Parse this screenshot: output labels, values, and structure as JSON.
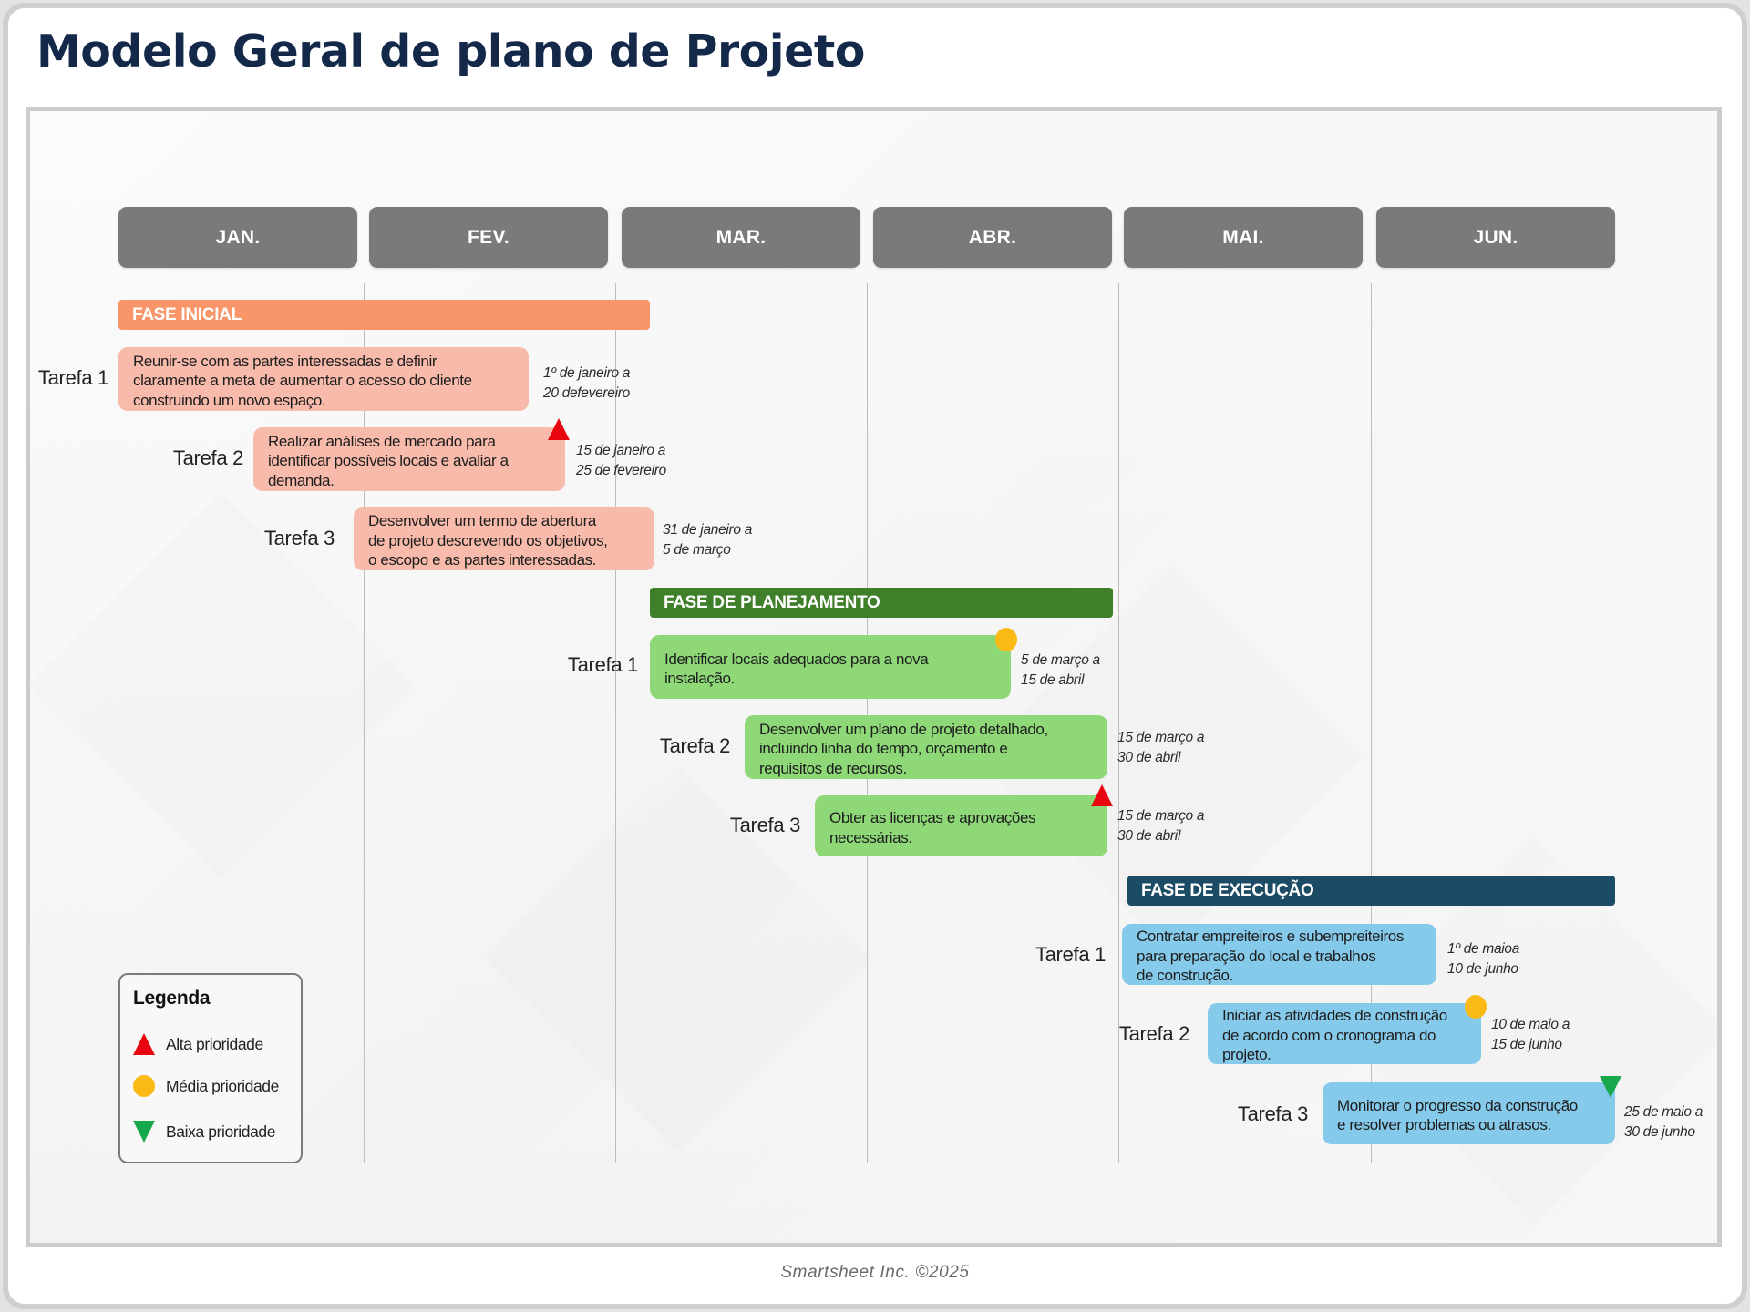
{
  "title": "Modelo Geral de plano de Projeto",
  "months": [
    "JAN.",
    "FEV.",
    "MAR.",
    "ABR.",
    "MAI.",
    "JUN."
  ],
  "colors": {
    "title": "#14294A",
    "month_header": "#7A7A7A",
    "phase_inicial": "#F8966A",
    "task_inicial": "#F8BBAB",
    "phase_planejamento": "#3F7F2A",
    "task_planejamento": "#8ED878",
    "phase_execucao": "#1C4B66",
    "task_execucao": "#86CAEB",
    "alta": "#E8050F",
    "media": "#FBBA15",
    "baixa": "#17A84B"
  },
  "phases": [
    {
      "name": "FASE INICIAL",
      "tasks": [
        {
          "label": "Tarefa 1",
          "text": "Reunir-se com as partes interessadas e definir claramente a meta de aumentar o acesso do cliente construindo um novo espaço.",
          "lines": [
            "Reunir-se com as partes interessadas e definir",
            "claramente a meta de aumentar o acesso do cliente",
            "construindo um novo espaço."
          ],
          "dates": "1º de janeiro a\n20 defevereiro",
          "priority": "none"
        },
        {
          "label": "Tarefa 2",
          "text": "Realizar análises de mercado para identificar possíveis locais e avaliar a demanda.",
          "lines": [
            "Realizar análises de mercado para",
            "identificar possíveis locais e avaliar a",
            "demanda."
          ],
          "dates": "15 de janeiro a\n25 de fevereiro",
          "priority": "alta"
        },
        {
          "label": "Tarefa 3",
          "text": "Desenvolver um termo de abertura de projeto descrevendo os objetivos, o escopo e as partes interessadas.",
          "lines": [
            "Desenvolver um termo de abertura",
            "de projeto descrevendo os objetivos,",
            "o escopo e as partes interessadas."
          ],
          "dates": "31 de janeiro a\n5 de março",
          "priority": "none"
        }
      ]
    },
    {
      "name": "FASE DE PLANEJAMENTO",
      "tasks": [
        {
          "label": "Tarefa 1",
          "text": "Identificar locais adequados para a nova instalação.",
          "lines": [
            "Identificar locais adequados para a nova",
            "instalação."
          ],
          "dates": "5 de março a\n15 de abril",
          "priority": "media"
        },
        {
          "label": "Tarefa 2",
          "text": "Desenvolver um plano de projeto detalhado, incluindo linha do tempo, orçamento e requisitos de recursos.",
          "lines": [
            "Desenvolver um plano de projeto detalhado,",
            "incluindo linha do tempo, orçamento e",
            "requisitos de recursos."
          ],
          "dates": "15 de março a\n30 de abril",
          "priority": "none"
        },
        {
          "label": "Tarefa 3",
          "text": "Obter as licenças e aprovações necessárias.",
          "lines": [
            "Obter as licenças e aprovações",
            "necessárias."
          ],
          "dates": "15 de março a\n30 de abril",
          "priority": "alta"
        }
      ]
    },
    {
      "name": "FASE DE EXECUÇÃO",
      "tasks": [
        {
          "label": "Tarefa 1",
          "text": "Contratar empreiteiros e subempreiteiros para preparação do local e trabalhos de construção.",
          "lines": [
            "Contratar empreiteiros e subempreiteiros",
            "para preparação do local e trabalhos",
            "de construção."
          ],
          "dates": "1º de maioa\n10 de junho",
          "priority": "none"
        },
        {
          "label": "Tarefa 2",
          "text": "Iniciar as atividades de construção de acordo com o cronograma do projeto.",
          "lines": [
            "Iniciar as atividades de construção",
            "de acordo com o cronograma do",
            "projeto."
          ],
          "dates": "10 de maio a\n15 de junho",
          "priority": "media"
        },
        {
          "label": "Tarefa 3",
          "text": "Monitorar o progresso da construção e resolver problemas ou atrasos.",
          "lines": [
            "Monitorar o progresso da construção",
            "e resolver problemas ou atrasos."
          ],
          "dates": "25 de maio a\n30 de junho",
          "priority": "baixa"
        }
      ]
    }
  ],
  "legend": {
    "title": "Legenda",
    "items": [
      {
        "icon": "red-triangle-up-icon",
        "label": "Alta prioridade"
      },
      {
        "icon": "yellow-circle-icon",
        "label": "Média prioridade"
      },
      {
        "icon": "green-triangle-down-icon",
        "label": "Baixa prioridade"
      }
    ]
  },
  "footer": "Smartsheet Inc. ©2025"
}
